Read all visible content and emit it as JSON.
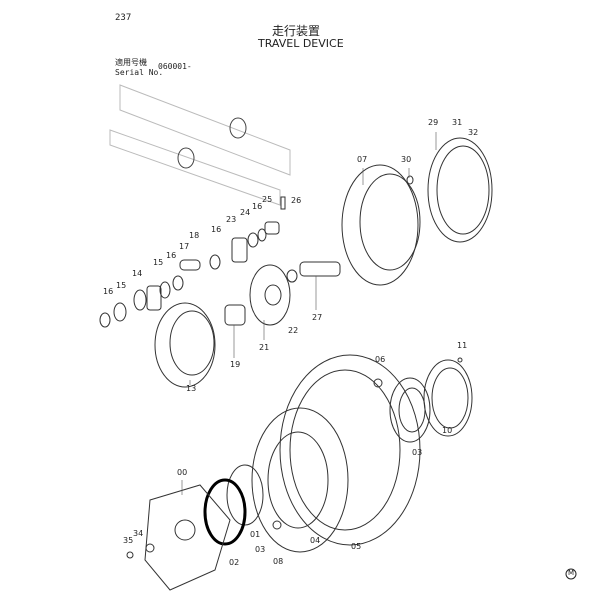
{
  "page_number": "237",
  "title_jp": "走行装置",
  "title_en": "TRAVEL DEVICE",
  "serial_label_jp": "適用号機",
  "serial_label_en": "Serial No.",
  "serial_value": "060001-",
  "mark": "M",
  "parts": [
    "29",
    "31",
    "32",
    "07",
    "30",
    "25",
    "26",
    "16",
    "24",
    "23",
    "16",
    "18",
    "17",
    "16",
    "15",
    "14",
    "16",
    "15",
    "21",
    "22",
    "19",
    "13",
    "27",
    "06",
    "11",
    "10",
    "03",
    "00",
    "01",
    "02",
    "03",
    "08",
    "04",
    "05",
    "34",
    "35"
  ]
}
